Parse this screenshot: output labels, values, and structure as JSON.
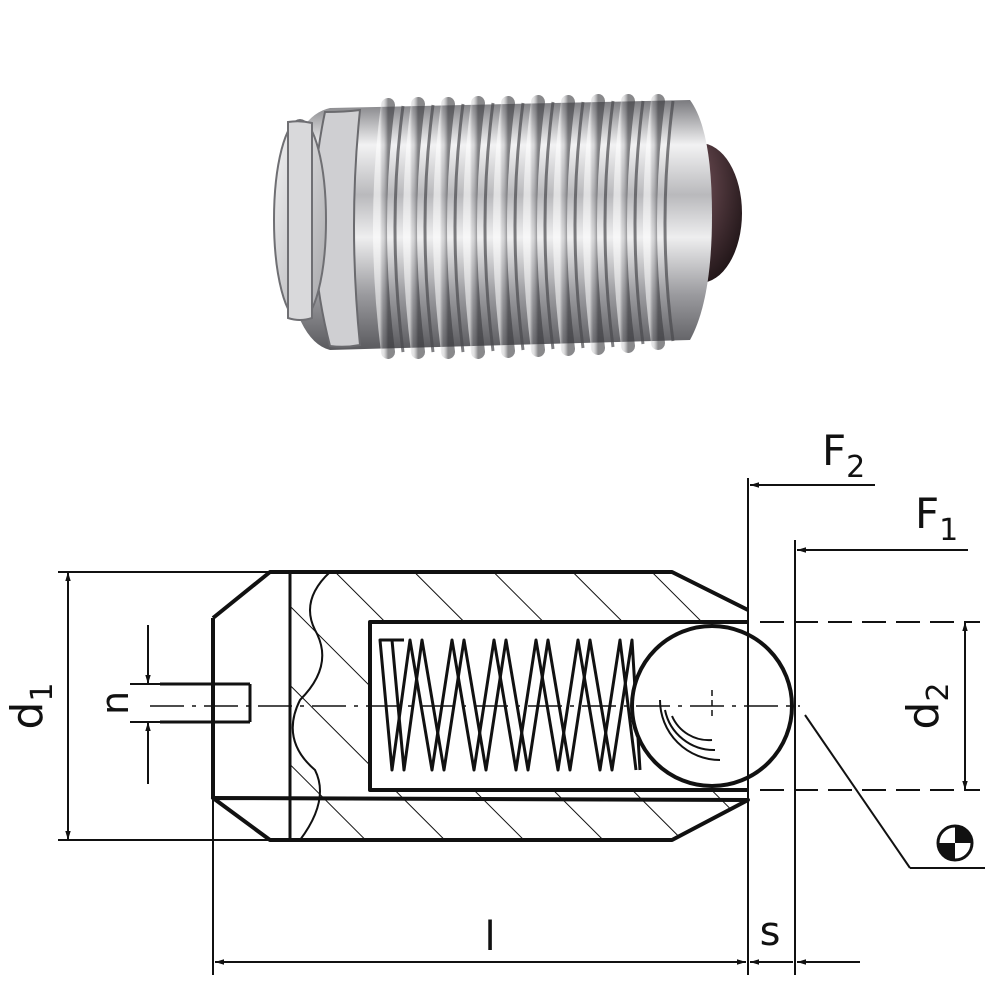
{
  "labels": {
    "d1": {
      "base": "d",
      "sub": "1"
    },
    "d2": {
      "base": "d",
      "sub": "2"
    },
    "n": "n",
    "F1": {
      "base": "F",
      "sub": "1"
    },
    "F2": {
      "base": "F",
      "sub": "2"
    },
    "l": "l",
    "s": "s"
  },
  "colors": {
    "steel_light": "#e8e8ea",
    "steel_mid": "#a9a9ac",
    "steel_dark": "#5c5c60",
    "ball_dark": "#2b1f22",
    "line": "#111111"
  },
  "icons": {
    "projection_symbol": "first-angle-projection-icon"
  }
}
